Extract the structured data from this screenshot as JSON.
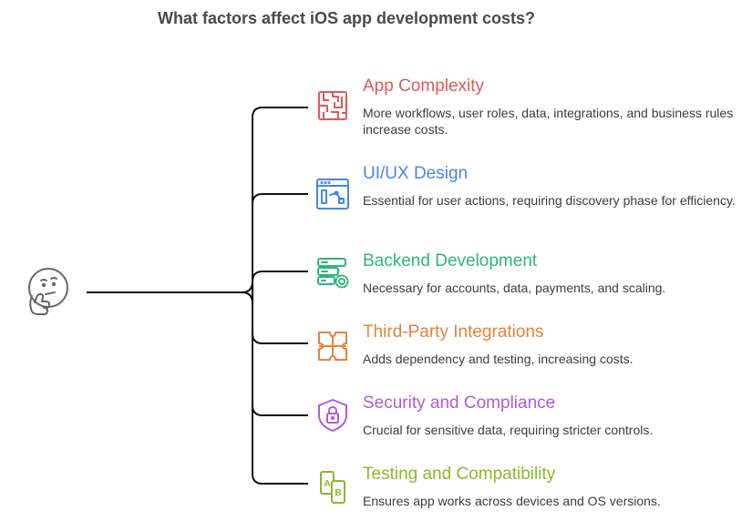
{
  "title": "What factors affect iOS app development costs?",
  "items": [
    {
      "title": "App Complexity",
      "description": "More workflows, user roles, data, integrations, and business rules increase costs.",
      "color": "#e05858",
      "icon": "maze-icon"
    },
    {
      "title": "UI/UX Design",
      "description": "Essential for user actions, requiring discovery phase for efficiency.",
      "color": "#4a86e0",
      "icon": "ui-window-icon"
    },
    {
      "title": "Backend Development",
      "description": "Necessary for accounts, data, payments, and scaling.",
      "color": "#2fb57a",
      "icon": "server-gear-icon"
    },
    {
      "title": "Third-Party Integrations",
      "description": "Adds dependency and testing, increasing costs.",
      "color": "#e5833a",
      "icon": "puzzle-icon"
    },
    {
      "title": "Security and Compliance",
      "description": "Crucial for sensitive data, requiring stricter controls.",
      "color": "#b05ad8",
      "icon": "shield-lock-icon"
    },
    {
      "title": "Testing and Compatibility",
      "description": "Ensures app works across devices and OS versions.",
      "color": "#8bb82a",
      "icon": "devices-icon"
    }
  ],
  "central_icon": "thinking-face-icon"
}
